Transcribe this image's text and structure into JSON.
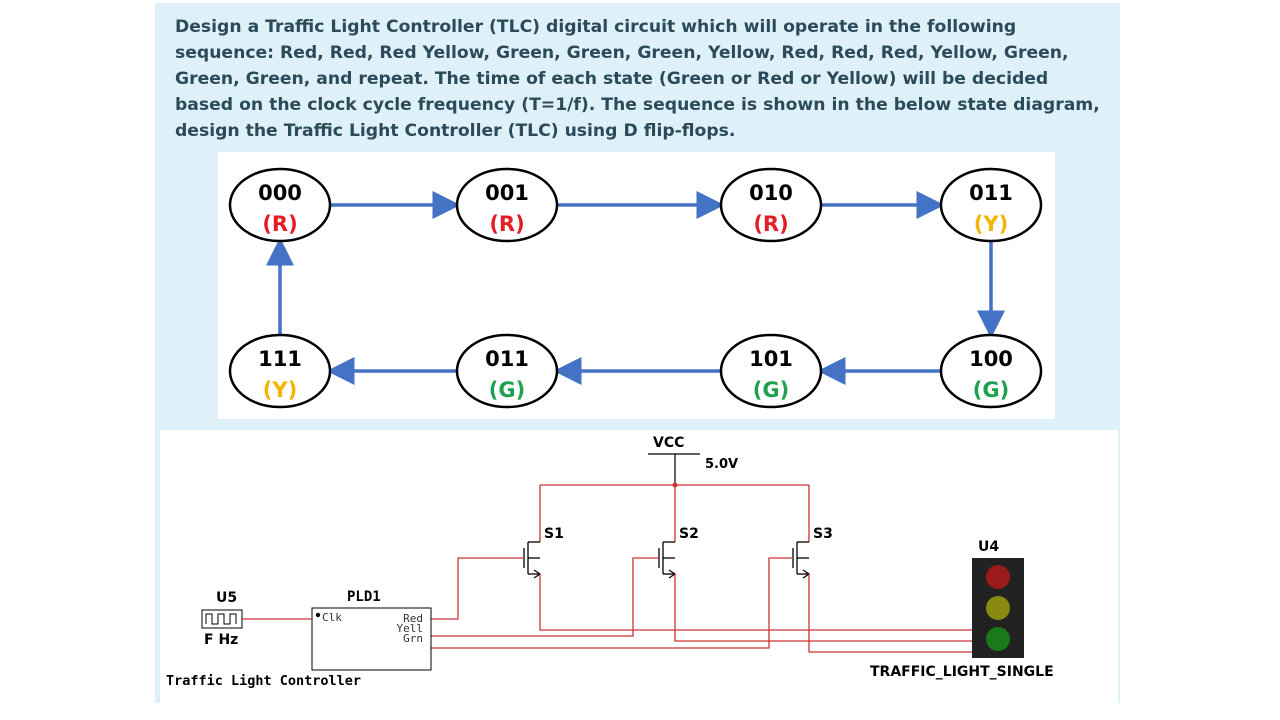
{
  "prompt": {
    "text": "Design a Traffic Light Controller (TLC) digital circuit which will operate in the following sequence: Red, Red, Red Yellow, Green, Green, Green, Yellow, Red, Red, Red, Yellow, Green, Green, Green, and repeat. The time of each state (Green or Red or Yellow) will be decided based on the clock cycle frequency (T=1/f). The sequence is shown in the below state diagram, design the Traffic Light Controller (TLC) using D flip-flops."
  },
  "colors": {
    "red": "#e31f26",
    "yellow": "#f5b400",
    "green": "#1fa050",
    "arrow": "#4472c4",
    "wire": "#cc3333",
    "text": "#2b4b5a"
  },
  "state_diagram": {
    "states": [
      {
        "code": "000",
        "light": "(R)",
        "color": "red"
      },
      {
        "code": "001",
        "light": "(R)",
        "color": "red"
      },
      {
        "code": "010",
        "light": "(R)",
        "color": "red"
      },
      {
        "code": "011",
        "light": "(Y)",
        "color": "yellow"
      },
      {
        "code": "100",
        "light": "(G)",
        "color": "green"
      },
      {
        "code": "101",
        "light": "(G)",
        "color": "green"
      },
      {
        "code": "011",
        "light": "(G)",
        "color": "green"
      },
      {
        "code": "111",
        "light": "(Y)",
        "color": "yellow"
      }
    ]
  },
  "circuit": {
    "vcc_label": "VCC",
    "vcc_value": "5.0V",
    "switches": [
      "S1",
      "S2",
      "S3"
    ],
    "clock_ref": "U5",
    "clock_freq": "F Hz",
    "pld_ref": "PLD1",
    "pld_clk": "Clk",
    "pld_outputs": [
      "Red",
      "Yell",
      "Grn"
    ],
    "pld_caption": "Traffic Light Controller",
    "light_ref": "U4",
    "light_caption": "TRAFFIC_LIGHT_SINGLE",
    "lamp_colors": [
      "#9b1a1a",
      "#8a8a10",
      "#1a7a1a"
    ]
  }
}
